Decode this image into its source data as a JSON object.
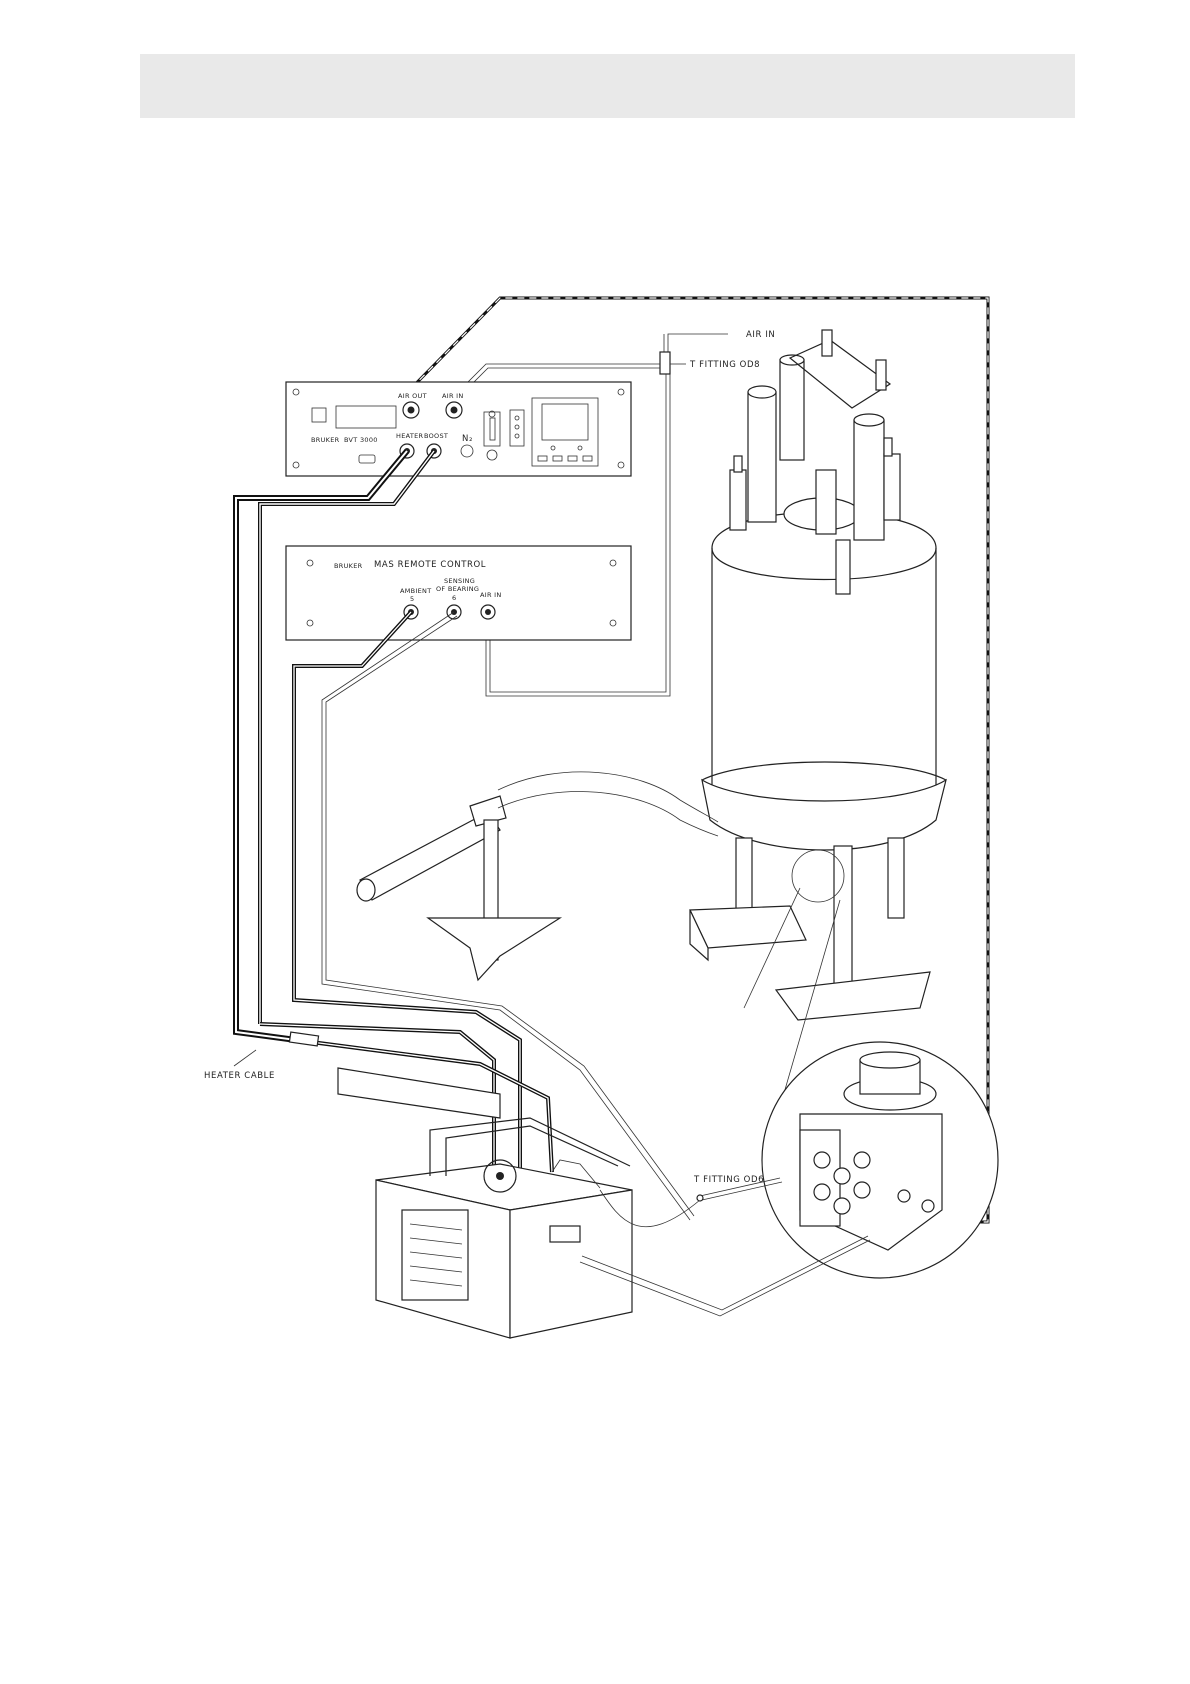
{
  "labels": {
    "air_in_top": "AIR IN",
    "t_fitting_top": "T FITTING OD8",
    "bvt_air_out": "AIR OUT",
    "bvt_air_in": "AIR IN",
    "bvt_heater": "HEATER",
    "bvt_boost": "BOOST",
    "bvt_n2": "N₂",
    "bvt_brand": "BRUKER",
    "bvt_model": "BVT 3000",
    "mas_brand": "BRUKER",
    "mas_title": "MAS REMOTE CONTROL",
    "mas_ambient": "AMBIENT",
    "mas_ambient_num": "5",
    "mas_sensing": "SENSING",
    "mas_of_bearing": "OF BEARING",
    "mas_sensing_num": "6",
    "mas_air_in": "AIR IN",
    "heater_cable": "HEATER CABLE",
    "t_fitting_bottom": "T FITTING OD6"
  }
}
